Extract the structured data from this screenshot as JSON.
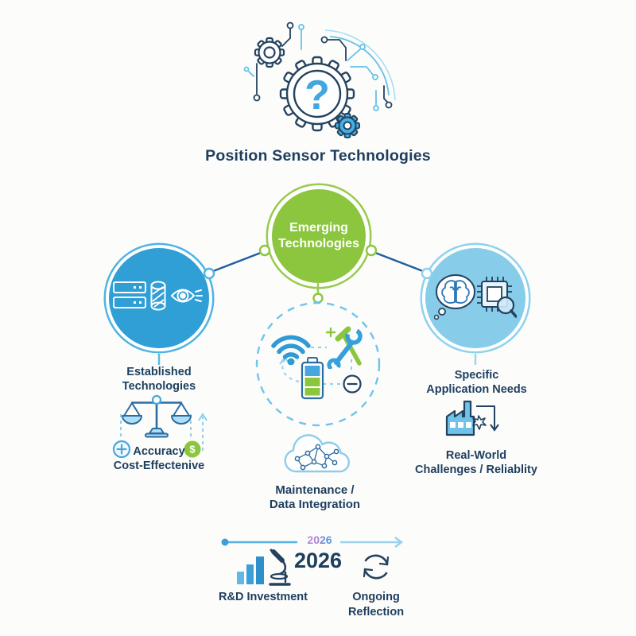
{
  "title": "Position Sensor Technologies",
  "hero": {
    "question_mark": "?"
  },
  "nodes": {
    "center": {
      "line1": "Emerging",
      "line2": "Technologies"
    },
    "left": {
      "line1": "Established",
      "line2": "Technologies"
    },
    "right": {
      "line1": "Specific",
      "line2": "Application Needs"
    }
  },
  "details": {
    "left": {
      "line1": "Accuracy",
      "line2": "Cost-Effectenive",
      "dollar": "$"
    },
    "center": {
      "line1": "Maintenance /",
      "line2": "Data Integration"
    },
    "right": {
      "line1": "Real-World",
      "line2": "Challenges / Reliablity"
    }
  },
  "timeline": {
    "year_marker": "2026",
    "year_large": "2026",
    "rnd_label": "R&D Investment",
    "ongoing_line1": "Ongoing",
    "ongoing_line2": "Reflection"
  },
  "colors": {
    "navy": "#1d3e5e",
    "blue": "#2f9fd6",
    "light_blue": "#87cdea",
    "green": "#8cc63f",
    "dashed_blue": "#6ec4ea",
    "connector_blue": "#1f5f9e",
    "accent_blue": "#45a7dd"
  }
}
